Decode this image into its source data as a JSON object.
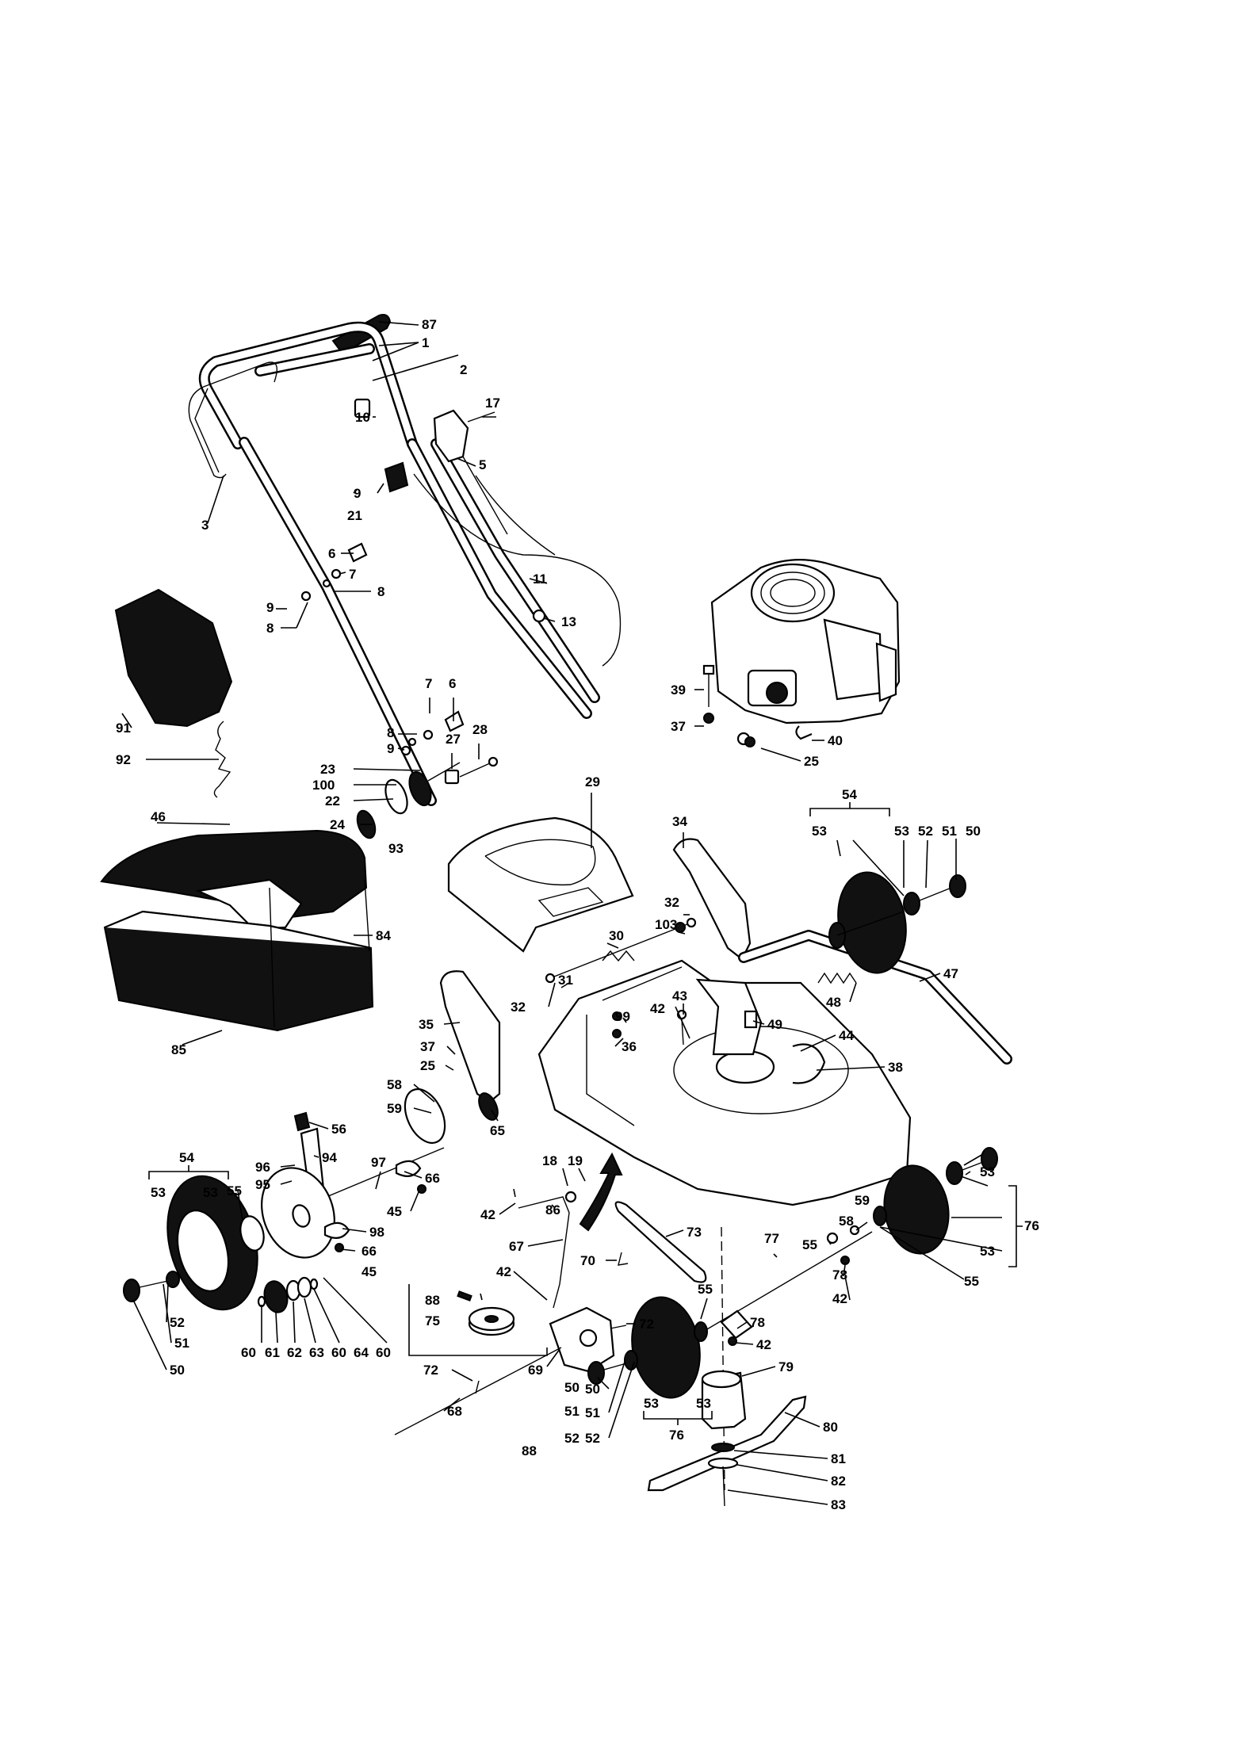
{
  "diagram": {
    "title": "",
    "callouts": [
      {
        "id": "c87",
        "text": "87"
      },
      {
        "id": "c1",
        "text": "1"
      },
      {
        "id": "c2",
        "text": "2"
      },
      {
        "id": "c17",
        "text": "17"
      },
      {
        "id": "c10",
        "text": "10"
      },
      {
        "id": "c5",
        "text": "5"
      },
      {
        "id": "c9a",
        "text": "9"
      },
      {
        "id": "c21",
        "text": "21"
      },
      {
        "id": "c3",
        "text": "3"
      },
      {
        "id": "c6a",
        "text": "6"
      },
      {
        "id": "c7a",
        "text": "7"
      },
      {
        "id": "c9b",
        "text": "9"
      },
      {
        "id": "c8a",
        "text": "8"
      },
      {
        "id": "c8b",
        "text": "8"
      },
      {
        "id": "c11",
        "text": "11"
      },
      {
        "id": "c13",
        "text": "13"
      },
      {
        "id": "c7b",
        "text": "7"
      },
      {
        "id": "c6b",
        "text": "6"
      },
      {
        "id": "c8c",
        "text": "8"
      },
      {
        "id": "c9c",
        "text": "9"
      },
      {
        "id": "c27",
        "text": "27"
      },
      {
        "id": "c28",
        "text": "28"
      },
      {
        "id": "c23",
        "text": "23"
      },
      {
        "id": "c100",
        "text": "100"
      },
      {
        "id": "c22",
        "text": "22"
      },
      {
        "id": "c24",
        "text": "24"
      },
      {
        "id": "c93",
        "text": "93"
      },
      {
        "id": "c91",
        "text": "91"
      },
      {
        "id": "c92",
        "text": "92"
      },
      {
        "id": "c39",
        "text": "39"
      },
      {
        "id": "c37a",
        "text": "37"
      },
      {
        "id": "c40",
        "text": "40"
      },
      {
        "id": "c25a",
        "text": "25"
      },
      {
        "id": "c29",
        "text": "29"
      },
      {
        "id": "c34",
        "text": "34"
      },
      {
        "id": "c54a",
        "text": "54"
      },
      {
        "id": "c53a",
        "text": "53"
      },
      {
        "id": "c53b",
        "text": "53"
      },
      {
        "id": "c52a",
        "text": "52"
      },
      {
        "id": "c51a",
        "text": "51"
      },
      {
        "id": "c50a",
        "text": "50"
      },
      {
        "id": "c46",
        "text": "46"
      },
      {
        "id": "c84",
        "text": "84"
      },
      {
        "id": "c85",
        "text": "85"
      },
      {
        "id": "c32a",
        "text": "32"
      },
      {
        "id": "c103",
        "text": "103"
      },
      {
        "id": "c30",
        "text": "30"
      },
      {
        "id": "c31",
        "text": "31"
      },
      {
        "id": "c32b",
        "text": "32"
      },
      {
        "id": "c47",
        "text": "47"
      },
      {
        "id": "c48",
        "text": "48"
      },
      {
        "id": "c43",
        "text": "43"
      },
      {
        "id": "c42a",
        "text": "42"
      },
      {
        "id": "c99",
        "text": "99"
      },
      {
        "id": "c36",
        "text": "36"
      },
      {
        "id": "c49",
        "text": "49"
      },
      {
        "id": "c44",
        "text": "44"
      },
      {
        "id": "c38",
        "text": "38"
      },
      {
        "id": "c35",
        "text": "35"
      },
      {
        "id": "c37b",
        "text": "37"
      },
      {
        "id": "c25b",
        "text": "25"
      },
      {
        "id": "c58a",
        "text": "58"
      },
      {
        "id": "c59a",
        "text": "59"
      },
      {
        "id": "c56",
        "text": "56"
      },
      {
        "id": "c94",
        "text": "94"
      },
      {
        "id": "c96",
        "text": "96"
      },
      {
        "id": "c95",
        "text": "95"
      },
      {
        "id": "c97",
        "text": "97"
      },
      {
        "id": "c65",
        "text": "65"
      },
      {
        "id": "c66a",
        "text": "66"
      },
      {
        "id": "c45a",
        "text": "45"
      },
      {
        "id": "c54b",
        "text": "54"
      },
      {
        "id": "c53c",
        "text": "53"
      },
      {
        "id": "c53d",
        "text": "53"
      },
      {
        "id": "c55a",
        "text": "55"
      },
      {
        "id": "c98",
        "text": "98"
      },
      {
        "id": "c66b",
        "text": "66"
      },
      {
        "id": "c45b",
        "text": "45"
      },
      {
        "id": "c52b",
        "text": "52"
      },
      {
        "id": "c51b",
        "text": "51"
      },
      {
        "id": "c50b",
        "text": "50"
      },
      {
        "id": "c60a",
        "text": "60"
      },
      {
        "id": "c61",
        "text": "61"
      },
      {
        "id": "c62",
        "text": "62"
      },
      {
        "id": "c63",
        "text": "63"
      },
      {
        "id": "c60b",
        "text": "60"
      },
      {
        "id": "c64",
        "text": "64"
      },
      {
        "id": "c60c",
        "text": "60"
      },
      {
        "id": "c18",
        "text": "18"
      },
      {
        "id": "c19",
        "text": "19"
      },
      {
        "id": "c42b",
        "text": "42"
      },
      {
        "id": "c86",
        "text": "86"
      },
      {
        "id": "c67",
        "text": "67"
      },
      {
        "id": "c73",
        "text": "73"
      },
      {
        "id": "c70",
        "text": "70"
      },
      {
        "id": "c42c",
        "text": "42"
      },
      {
        "id": "c88a",
        "text": "88"
      },
      {
        "id": "c75",
        "text": "75"
      },
      {
        "id": "c72a",
        "text": "72"
      },
      {
        "id": "c69",
        "text": "69"
      },
      {
        "id": "c72b",
        "text": "72"
      },
      {
        "id": "c68",
        "text": "68"
      },
      {
        "id": "c88b",
        "text": "88"
      },
      {
        "id": "c51c",
        "text": "51"
      },
      {
        "id": "c50c",
        "text": "50"
      },
      {
        "id": "c52c",
        "text": "52"
      },
      {
        "id": "c53e",
        "text": "53"
      },
      {
        "id": "c76a",
        "text": "76"
      },
      {
        "id": "c53f",
        "text": "53"
      },
      {
        "id": "c59b",
        "text": "59"
      },
      {
        "id": "c58b",
        "text": "58"
      },
      {
        "id": "c55b",
        "text": "55"
      },
      {
        "id": "c77",
        "text": "77"
      },
      {
        "id": "c55c",
        "text": "55"
      },
      {
        "id": "c78a",
        "text": "78"
      },
      {
        "id": "c42d",
        "text": "42"
      },
      {
        "id": "c55d",
        "text": "55"
      },
      {
        "id": "c78b",
        "text": "78"
      },
      {
        "id": "c42e",
        "text": "42"
      },
      {
        "id": "c79",
        "text": "79"
      },
      {
        "id": "c50d",
        "text": "50"
      },
      {
        "id": "c51d",
        "text": "51"
      },
      {
        "id": "c52d",
        "text": "52"
      },
      {
        "id": "c53g",
        "text": "53"
      },
      {
        "id": "c53h",
        "text": "53"
      },
      {
        "id": "c76b",
        "text": "76"
      },
      {
        "id": "c80",
        "text": "80"
      },
      {
        "id": "c81",
        "text": "81"
      },
      {
        "id": "c82",
        "text": "82"
      },
      {
        "id": "c83",
        "text": "83"
      }
    ]
  }
}
